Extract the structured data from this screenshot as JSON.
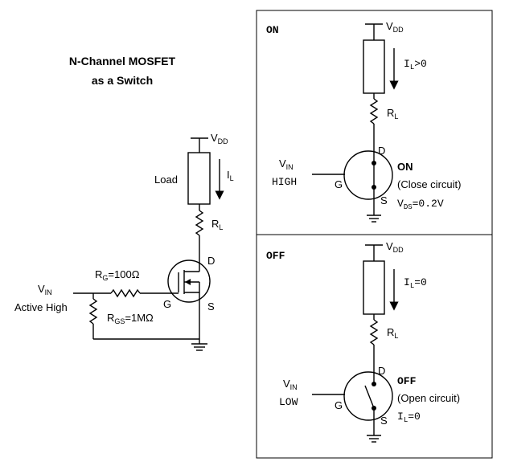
{
  "title_line1": "N-Channel MOSFET",
  "title_line2": "as a Switch",
  "left": {
    "vdd_main": "V",
    "vdd_sub": "DD",
    "load": "Load",
    "il_main": "I",
    "il_sub": "L",
    "rl_main": "R",
    "rl_sub": "L",
    "d": "D",
    "g": "G",
    "s": "S",
    "rg_main": "R",
    "rg_sub": "G",
    "rg_val": "=100Ω",
    "rgs_main": "R",
    "rgs_sub": "GS",
    "rgs_val": "=1MΩ",
    "vin_main": "V",
    "vin_sub": "IN",
    "active_high": "Active High"
  },
  "on_panel": {
    "label": "ON",
    "vdd_main": "V",
    "vdd_sub": "DD",
    "il_main": "I",
    "il_sub": "L",
    "il_val": ">0",
    "rl_main": "R",
    "rl_sub": "L",
    "d": "D",
    "g": "G",
    "s": "S",
    "vin_main": "V",
    "vin_sub": "IN",
    "vin_state": "HIGH",
    "state": "ON",
    "circuit": "(Close circuit)",
    "vds_main": "V",
    "vds_sub": "DS",
    "vds_val": "=0.2V"
  },
  "off_panel": {
    "label": "OFF",
    "vdd_main": "V",
    "vdd_sub": "DD",
    "il_main": "I",
    "il_sub": "L",
    "il_val": "=0",
    "rl_main": "R",
    "rl_sub": "L",
    "d": "D",
    "g": "G",
    "s": "S",
    "vin_main": "V",
    "vin_sub": "IN",
    "vin_state": "LOW",
    "state": "OFF",
    "circuit": "(Open circuit)",
    "il2_main": "I",
    "il2_sub": "L",
    "il2_val": "=0"
  }
}
